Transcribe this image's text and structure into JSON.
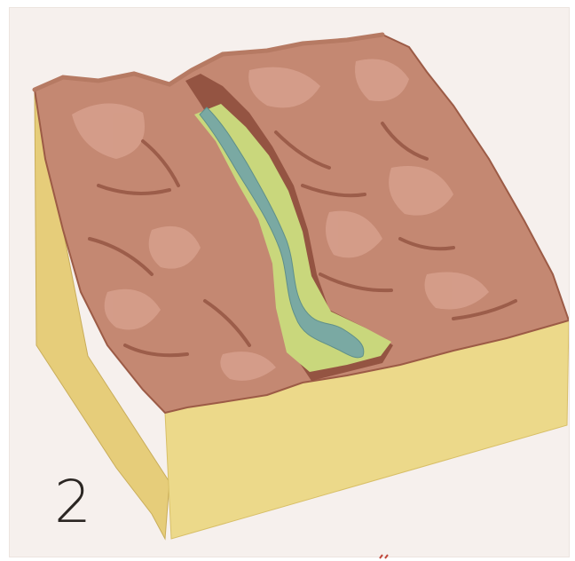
{
  "figure": {
    "stage_number": "2",
    "colors": {
      "background": "#f6f0ed",
      "bedrock": "#ecd98a",
      "bedrock_side": "#e1c873",
      "terrain": "#c48872",
      "terrain_light": "#d7a08d",
      "terrain_dark": "#8f4f3d",
      "floodplain": "#c9d77c",
      "river": "#7aa9a3"
    },
    "icons": [
      "terrain-block",
      "river-channel",
      "floodplain"
    ]
  }
}
